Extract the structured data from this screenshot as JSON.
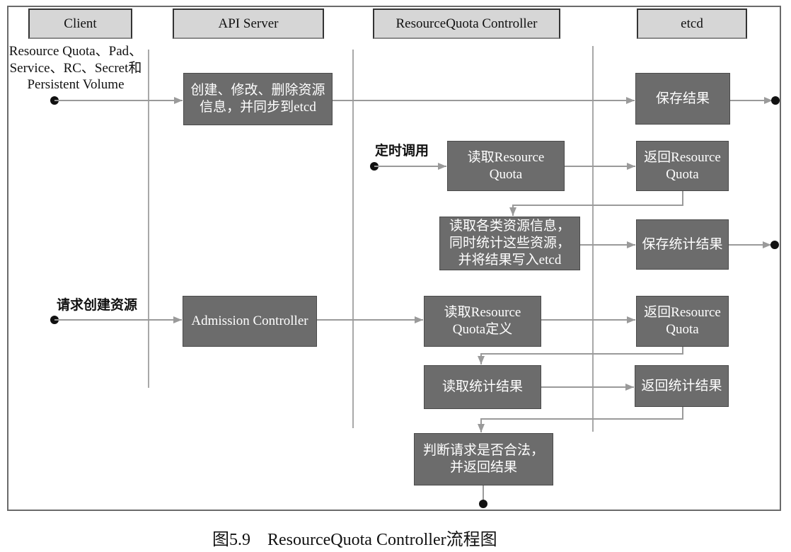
{
  "lanes": {
    "client": "Client",
    "api_server": "API Server",
    "controller": "ResourceQuota Controller",
    "etcd": "etcd"
  },
  "client_note": [
    "Resource Quota、Pad、",
    "Service、RC、Secret和",
    "Persistent Volume"
  ],
  "triggers": {
    "scheduled": "定时调用",
    "create_request": "请求创建资源"
  },
  "steps": {
    "sync_resources": {
      "lines": [
        "创建、修改、删除资源",
        "信息，并同步到etcd"
      ]
    },
    "save_result": {
      "lines": [
        "保存结果"
      ]
    },
    "read_quota": {
      "lines": [
        "读取Resource",
        "Quota"
      ]
    },
    "return_quota_scheduled": {
      "lines": [
        "返回Resource",
        "Quota"
      ]
    },
    "collect_usage": {
      "lines": [
        "读取各类资源信息，",
        "同时统计这些资源，",
        "并将结果写入etcd"
      ]
    },
    "save_usage": {
      "lines": [
        "保存统计结果"
      ]
    },
    "admission_controller": {
      "lines": [
        "Admission Controller"
      ]
    },
    "read_quota_definition": {
      "lines": [
        "读取Resource",
        "Quota定义"
      ]
    },
    "return_quota_request": {
      "lines": [
        "返回Resource",
        "Quota"
      ]
    },
    "read_usage": {
      "lines": [
        "读取统计结果"
      ]
    },
    "return_usage": {
      "lines": [
        "返回统计结果"
      ]
    },
    "validate_request": {
      "lines": [
        "判断请求是否合法，",
        "并返回结果"
      ]
    }
  },
  "caption": "图5.9    ResourceQuota Controller流程图",
  "colors": {
    "step_fill": "#6c6c6c",
    "header_fill": "#d6d6d6",
    "line_color": "#9a9a9a"
  }
}
